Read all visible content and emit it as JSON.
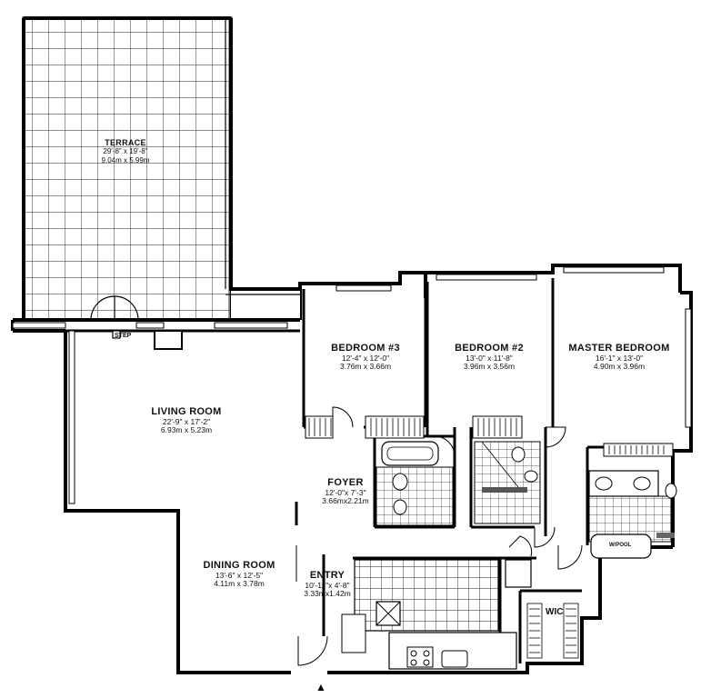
{
  "rooms": {
    "terrace": {
      "title": "TERRACE",
      "dim_ft": "29'-8\" x 19'-8\"",
      "dim_m": "9.04m x 5.99m"
    },
    "living": {
      "title": "LIVING ROOM",
      "dim_ft": "22'-9\" x 17'-2\"",
      "dim_m": "6.93m x 5.23m"
    },
    "dining": {
      "title": "DINING ROOM",
      "dim_ft": "13'-6\" x 12'-5\"",
      "dim_m": "4.11m x 3.78m"
    },
    "bedroom3": {
      "title": "BEDROOM #3",
      "dim_ft": "12'-4\" x 12'-0\"",
      "dim_m": "3.76m x 3.66m"
    },
    "bedroom2": {
      "title": "BEDROOM #2",
      "dim_ft": "13'-0\" x 11'-8\"",
      "dim_m": "3.96m x 3.56m"
    },
    "master": {
      "title": "MASTER BEDROOM",
      "dim_ft": "16'-1\" x 13'-0\"",
      "dim_m": "4.90m x 3.96m"
    },
    "foyer": {
      "title": "FOYER",
      "dim_ft": "12'-0\"x 7'-3\"",
      "dim_m": "3.66mx2.21m"
    },
    "entry": {
      "title": "ENTRY",
      "dim_ft": "10'-11\"x 4'-8\"",
      "dim_m": "3.33mx1.42m"
    }
  },
  "labels": {
    "step": "STEP",
    "wic": "WIC",
    "whirlpool": "W/POOL"
  },
  "symbols": {
    "entry_arrow": "▲"
  }
}
